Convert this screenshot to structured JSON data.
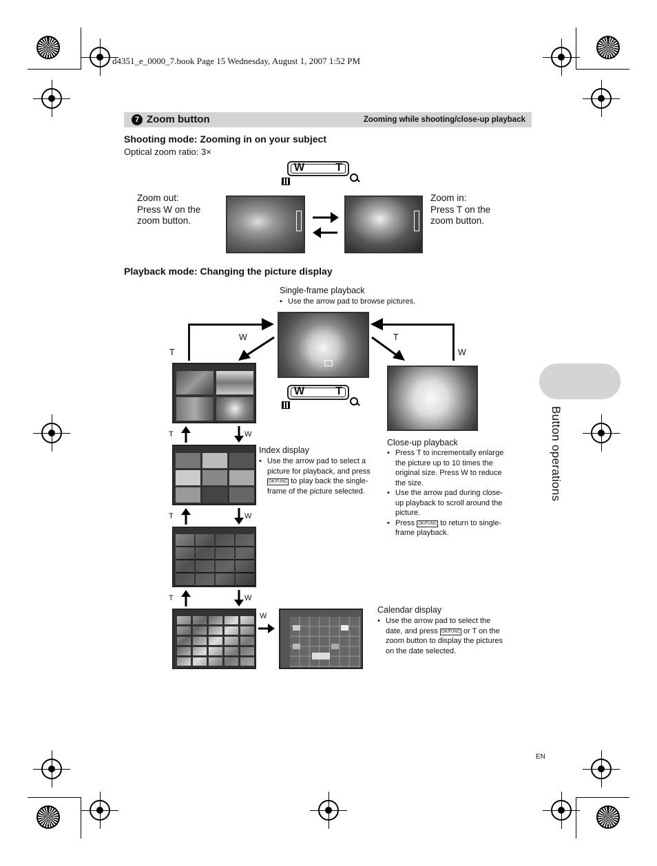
{
  "file_header": "d4351_e_0000_7.book  Page 15  Wednesday, August 1, 2007  1:52 PM",
  "section": {
    "number": "7",
    "title": "Zoom button",
    "subtitle": "Zooming while shooting/close-up playback"
  },
  "shooting": {
    "heading": "Shooting mode: Zooming in on your subject",
    "ratio": "Optical zoom ratio: 3×",
    "zoom_out": [
      "Zoom out:",
      "Press W on the",
      "zoom button."
    ],
    "zoom_in": [
      "Zoom in:",
      "Press T on the",
      "zoom button."
    ]
  },
  "zoom_switch": {
    "w": "W",
    "t": "T"
  },
  "playback": {
    "heading": "Playback mode: Changing the picture display",
    "single_frame": {
      "title": "Single-frame playback",
      "bullet": "Use the arrow pad to browse pictures."
    },
    "index": {
      "title": "Index display",
      "bullets": [
        [
          "Use the arrow pad to select a",
          "picture for playback, and press",
          "to play back the single-",
          "frame of the picture selected."
        ]
      ]
    },
    "closeup": {
      "title": "Close-up playback",
      "bullet1": [
        "Press T to incrementally enlarge",
        "the picture up to 10 times the",
        "original size. Press W to reduce",
        "the size."
      ],
      "bullet2": [
        "Use the arrow pad during close-",
        "up playback to scroll around the",
        "picture."
      ],
      "bullet3": [
        "Press",
        "to return to single-",
        "frame playback."
      ]
    },
    "calendar": {
      "title": "Calendar display",
      "bullet": [
        "Use the arrow pad to select the",
        "date, and press",
        "or T on the",
        "zoom button to display the pictures",
        "on the date selected."
      ]
    },
    "labels": {
      "t": "T",
      "w": "W"
    }
  },
  "ok_label": "OK/FUNC",
  "side_tab": "Button operations",
  "lang": "EN"
}
